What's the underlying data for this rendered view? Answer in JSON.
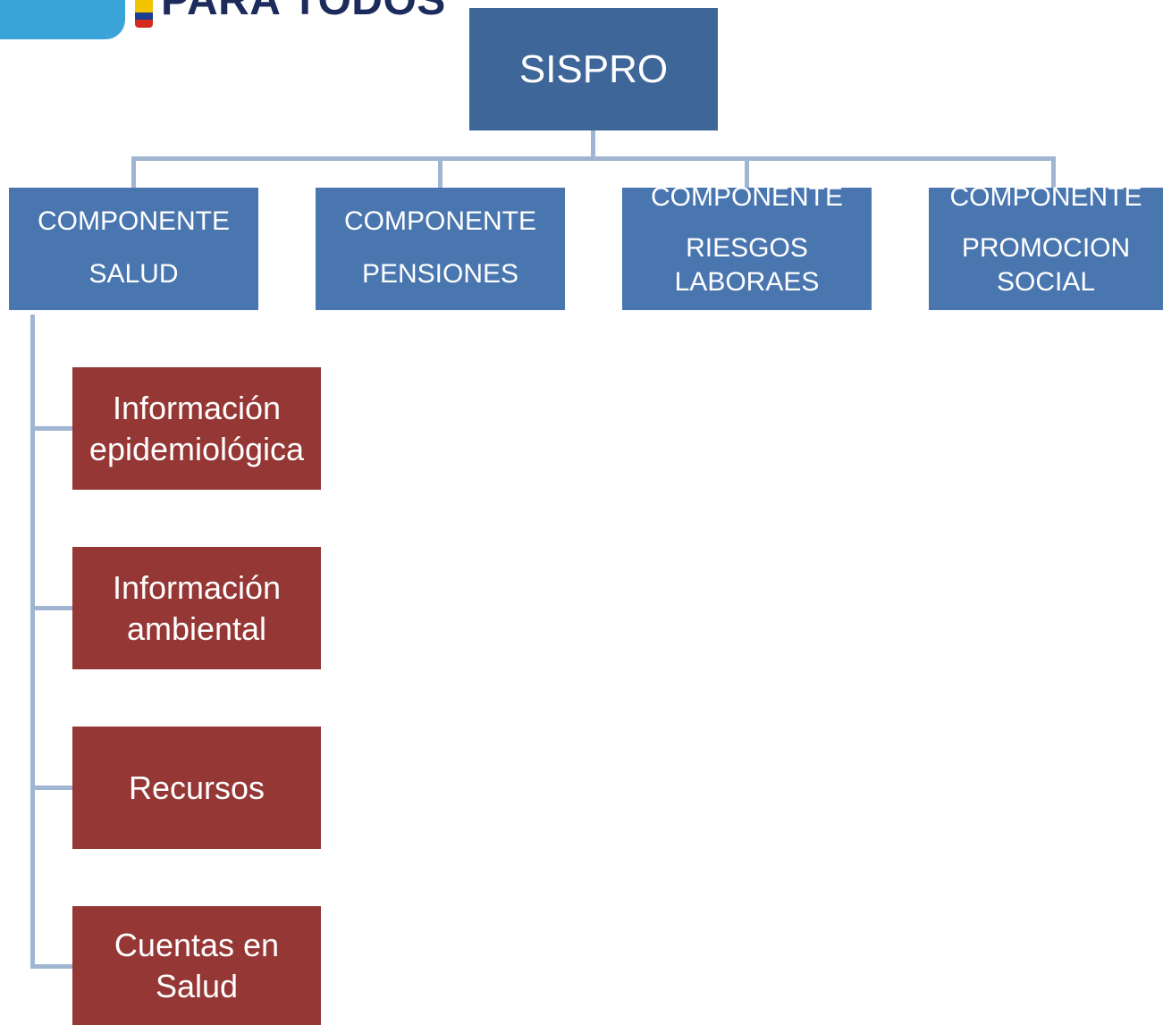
{
  "logo": {
    "text": "PARA TODOS",
    "flag_colors": [
      "#f2c400",
      "#1d3f8f",
      "#d52b1e"
    ],
    "accent": "#3aa3d8"
  },
  "root": {
    "label": "SISPRO"
  },
  "components": [
    {
      "line1": "COMPONENTE",
      "line2": "SALUD"
    },
    {
      "line1": "COMPONENTE",
      "line2": "PENSIONES"
    },
    {
      "line1": "COMPONENTE",
      "line2": "RIESGOS",
      "line3": "LABORAES"
    },
    {
      "line1": "COMPONENTE",
      "line2": "PROMOCION",
      "line3": "SOCIAL"
    }
  ],
  "salud_children": [
    {
      "line1": "Información",
      "line2": "epidemiológica"
    },
    {
      "line1": "Información",
      "line2": "ambiental"
    },
    {
      "line1": "Recursos"
    },
    {
      "line1": "Cuentas en",
      "line2": "Salud"
    }
  ],
  "colors": {
    "root": "#3e6699",
    "component": "#4a76b0",
    "child": "#953735",
    "connector": "#9fb5d2"
  }
}
